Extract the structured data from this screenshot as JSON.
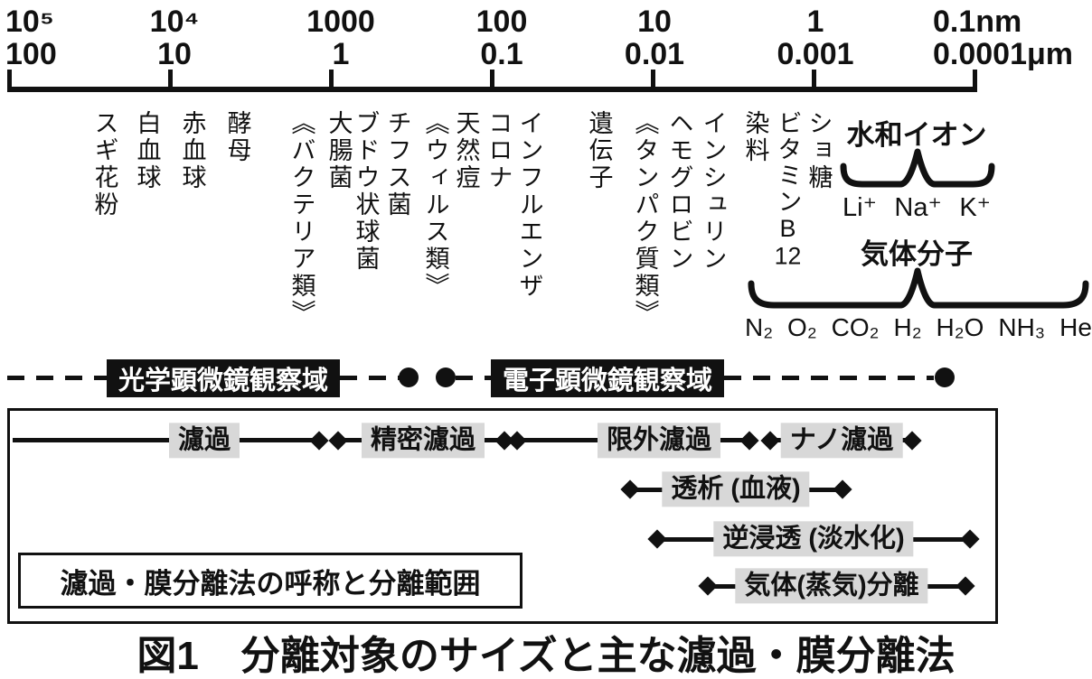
{
  "colors": {
    "ink": "#111111",
    "method_label_bg": "#d8d8d8",
    "microscope_box_bg": "#000000",
    "microscope_box_text": "#ffffff"
  },
  "scale": {
    "columns": [
      {
        "nm": "10⁵",
        "um": "100"
      },
      {
        "nm": "10⁴",
        "um": "10"
      },
      {
        "nm": "1000",
        "um": "1"
      },
      {
        "nm": "100",
        "um": "0.1"
      },
      {
        "nm": "10",
        "um": "0.01"
      },
      {
        "nm": "1",
        "um": "0.001"
      },
      {
        "nm": "0.1nm",
        "um": "0.0001μm"
      }
    ]
  },
  "particles": [
    {
      "label": "スギ花粉"
    },
    {
      "label": "白血球"
    },
    {
      "label": "赤血球"
    },
    {
      "label": "酵母"
    },
    {
      "label": "《バクテリア類》"
    },
    {
      "label": "大腸菌"
    },
    {
      "label": "ブドウ状球菌"
    },
    {
      "label": "チフス菌"
    },
    {
      "label": "《ウィルス類》"
    },
    {
      "label": "天然痘"
    },
    {
      "label": "コロナ"
    },
    {
      "label": "インフルエンザ"
    },
    {
      "label": "遺伝子"
    },
    {
      "label": "《タンパク質類》"
    },
    {
      "label": "ヘモグロビン"
    },
    {
      "label": "インシュリン"
    },
    {
      "label": "染料"
    },
    {
      "label": "ビタミンB",
      "tcy": "12"
    },
    {
      "label": "ショ糖"
    }
  ],
  "ion_group": {
    "title": "水和イオン",
    "ions": [
      "Li⁺",
      "Na⁺",
      "K⁺"
    ]
  },
  "gas_group": {
    "title": "気体分子",
    "molecules": [
      "N₂",
      "O₂",
      "CO₂",
      "H₂",
      "H₂O",
      "NH₃",
      "He"
    ]
  },
  "microscope": {
    "optical": "光学顕微鏡観察域",
    "electron": "電子顕微鏡観察域"
  },
  "membrane": {
    "box_label": "濾過・膜分離法の呼称と分離範囲",
    "methods": [
      {
        "name": "濾過"
      },
      {
        "name": "精密濾過"
      },
      {
        "name": "限外濾過"
      },
      {
        "name": "ナノ濾過"
      },
      {
        "name": "透析 (血液)"
      },
      {
        "name": "逆浸透 (淡水化)"
      },
      {
        "name": "気体(蒸気)分離"
      }
    ]
  },
  "caption": {
    "fig": "図1",
    "title": "分離対象のサイズと主な濾過・膜分離法"
  }
}
